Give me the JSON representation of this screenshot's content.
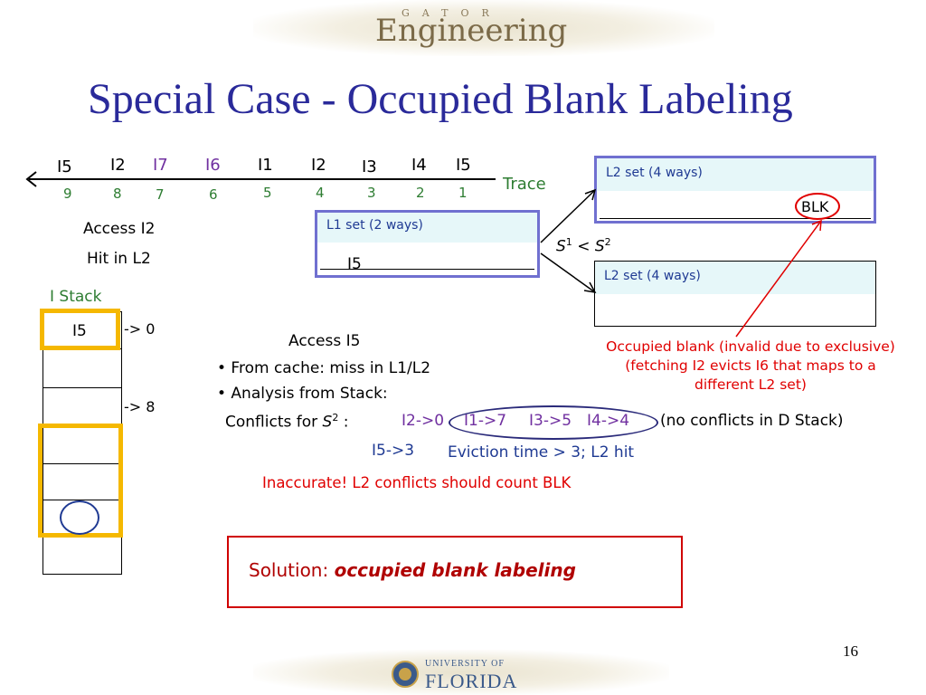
{
  "header": {
    "logo_top": "GATOR",
    "logo_main": "Engineering"
  },
  "title": "Special Case - Occupied Blank Labeling",
  "trace": {
    "label": "Trace",
    "items": [
      {
        "name": "I5",
        "num": "9"
      },
      {
        "name": "I2",
        "num": "8"
      },
      {
        "name": "I7",
        "num": "7"
      },
      {
        "name": "I6",
        "num": "6"
      },
      {
        "name": "I1",
        "num": "5"
      },
      {
        "name": "I2",
        "num": "4"
      },
      {
        "name": "I3",
        "num": "3"
      },
      {
        "name": "I4",
        "num": "2"
      },
      {
        "name": "I5",
        "num": "1"
      }
    ]
  },
  "access": {
    "line1": "Access I2",
    "line2": "Hit in L2"
  },
  "stack": {
    "label": "I Stack",
    "top_entry": "I5",
    "marker1": "-> 0",
    "marker2": "-> 8"
  },
  "l1": {
    "header": "L1 set (2 ways)",
    "entry": "I5"
  },
  "l2_top": {
    "header": "L2 set (4 ways)",
    "entry": "BLK"
  },
  "l2_bottom": {
    "header": "L2 set (4 ways)"
  },
  "compare": {
    "s1": "S",
    "sup1": "1",
    "lt": "<",
    "s2": "S",
    "sup2": "2"
  },
  "note": {
    "line1": "Occupied blank (invalid due to exclusive)",
    "line2": "(fetching I2 evicts I6 that maps to a",
    "line3": "different L2 set)"
  },
  "analysis": {
    "title": "Access I5",
    "bullet1": "• From cache: miss in L1/L2",
    "bullet2": "• Analysis from Stack:",
    "conflicts_prefix": "Conflicts for",
    "conflicts_s": "S",
    "conflicts_sup": "2",
    "conflicts_colon": ":",
    "c1": "I2->0",
    "c2": "I1->7",
    "c3": "I3->5",
    "c4": "I4->4",
    "no_conflicts": "(no conflicts in D Stack)",
    "i5": "I5->3",
    "eviction": "Eviction time > 3; L2 hit",
    "inaccurate": "Inaccurate! L2 conflicts should count BLK"
  },
  "solution": {
    "prefix": "Solution:",
    "text": "occupied blank labeling"
  },
  "footer": {
    "page_number": "16",
    "univ_top": "UNIVERSITY OF",
    "univ_main": "FLORIDA"
  },
  "colors": {
    "title": "#2a2a9a",
    "cache_border": "#7070d0",
    "highlight": "#f5b800",
    "red": "#e00000",
    "green": "#2e7d32",
    "purple": "#7030a0"
  }
}
